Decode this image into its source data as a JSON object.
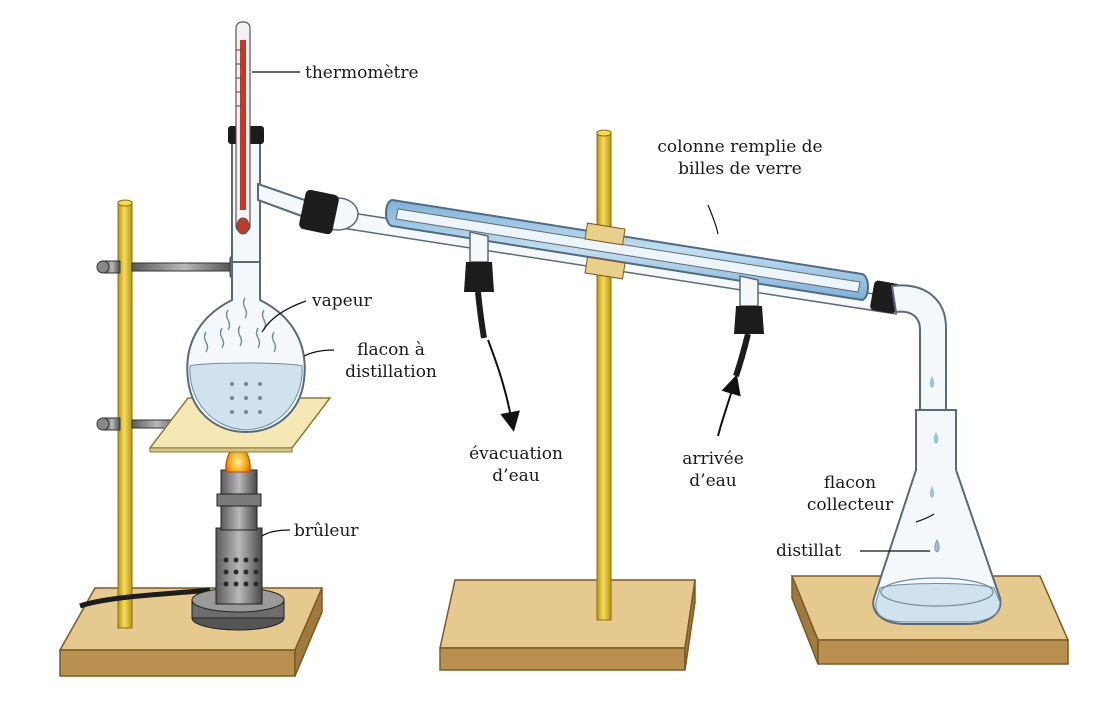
{
  "labels": {
    "thermometre": "thermomètre",
    "colonne_line1": "colonne remplie de",
    "colonne_line2": "billes de verre",
    "vapeur": "vapeur",
    "flacon_distillation_line1": "flacon à",
    "flacon_distillation_line2": "distillation",
    "evacuation_line1": "évacuation",
    "evacuation_line2": "d’eau",
    "arrivee_line1": "arrivée",
    "arrivee_line2": "d’eau",
    "bruleur": "brûleur",
    "flacon_collecteur_line1": "flacon",
    "flacon_collecteur_line2": "collecteur",
    "distillat": "distillat"
  },
  "colors": {
    "wood_top": "#e6c98e",
    "wood_side": "#b9904f",
    "rod": "#e3c52a",
    "glass_edge": "#5a6a78",
    "liquid": "#cfe2ee",
    "water_jacket": "#9cc2e0",
    "thermometer_red": "#c0392b",
    "flame": "#f2a20d",
    "rubber": "#1c1c1c"
  }
}
